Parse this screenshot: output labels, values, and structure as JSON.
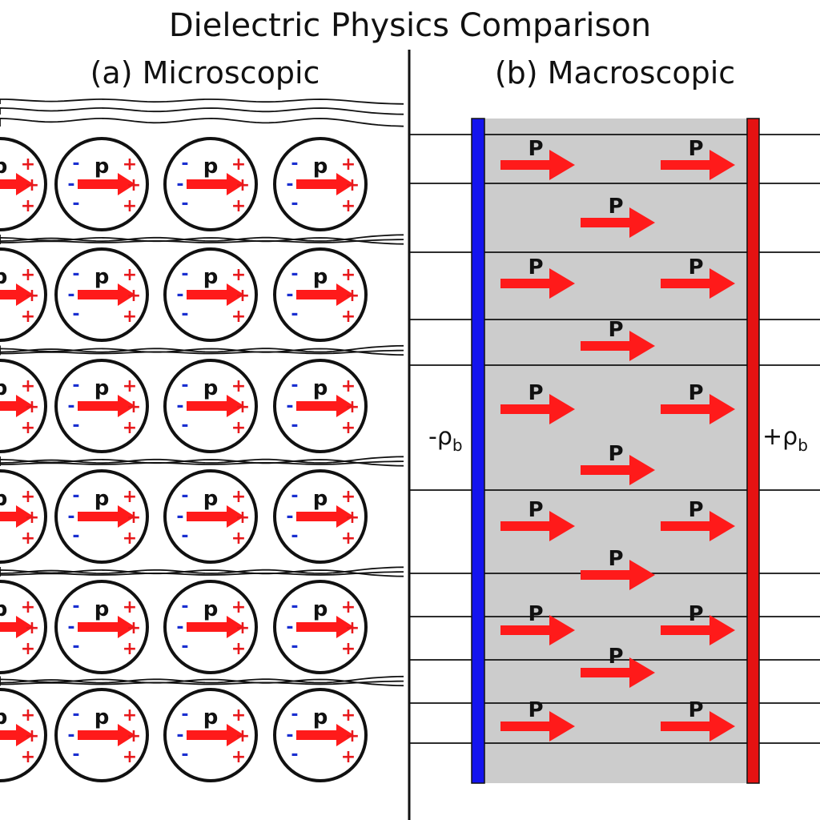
{
  "title": "Dielectric Physics Comparison",
  "panel_a": {
    "title": "(a) Microscopic",
    "dipole_label": "p",
    "plus_sign": "+",
    "minus_sign": "-"
  },
  "panel_b": {
    "title": "(b) Macroscopic",
    "polarization_label": "P",
    "left_charge_main": "-ρ",
    "left_charge_sub": "b",
    "right_charge_main": "+ρ",
    "right_charge_sub": "b"
  },
  "colors": {
    "arrow": "#ff1a1a",
    "positive": "#e8191c",
    "negative": "#1a2fd0",
    "left_plate": "#1414ee",
    "right_plate": "#e51212",
    "dielectric_fill": "#cccccc",
    "line": "#111111"
  }
}
